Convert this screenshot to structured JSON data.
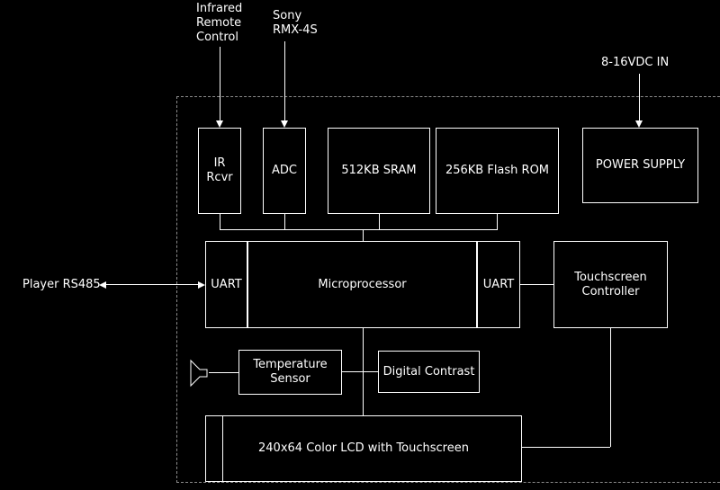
{
  "diagram": {
    "colors": {
      "background": "#000000",
      "line": "#ffffff",
      "text": "#ffffff",
      "dashed_boundary": "#8c8c8c"
    },
    "external_labels": {
      "infrared_remote": "Infrared\nRemote\nControl",
      "sony_rmx4s": "Sony\nRMX-4S",
      "power_input": "8-16VDC IN",
      "player_rs485": "Player RS485"
    },
    "boxes": {
      "ir_rcvr": "IR\nRcvr",
      "adc": "ADC",
      "sram": "512KB SRAM",
      "flash_rom": "256KB Flash ROM",
      "power_supply": "POWER SUPPLY",
      "uart_left": "UART",
      "microprocessor": "Microprocessor",
      "uart_right": "UART",
      "touchscreen_controller": "Touchscreen\nController",
      "temperature_sensor": "Temperature\nSensor",
      "digital_contrast": "Digital Contrast",
      "lcd": "240x64 Color LCD with Touchscreen"
    },
    "icons": {
      "speaker": "speaker-icon"
    }
  }
}
